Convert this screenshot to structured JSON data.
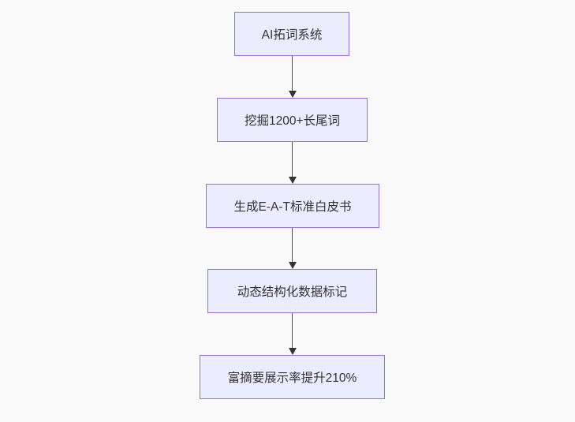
{
  "diagram": {
    "type": "flowchart",
    "direction": "top-down",
    "nodes": [
      {
        "id": "A",
        "label": "AI拓词系统"
      },
      {
        "id": "B",
        "label": "挖掘1200+长尾词"
      },
      {
        "id": "C",
        "label": "生成E-A-T标准白皮书"
      },
      {
        "id": "D",
        "label": "动态结构化数据标记"
      },
      {
        "id": "E",
        "label": "富摘要展示率提升210%"
      }
    ],
    "edges": [
      {
        "from": "A",
        "to": "B"
      },
      {
        "from": "B",
        "to": "C"
      },
      {
        "from": "C",
        "to": "D"
      },
      {
        "from": "D",
        "to": "E"
      }
    ],
    "colors": {
      "background": "#F9F9F9",
      "node_fill": "#ECECFF",
      "node_border": "#9370DB",
      "node_text": "#333333",
      "edge_line": "#333333"
    }
  }
}
